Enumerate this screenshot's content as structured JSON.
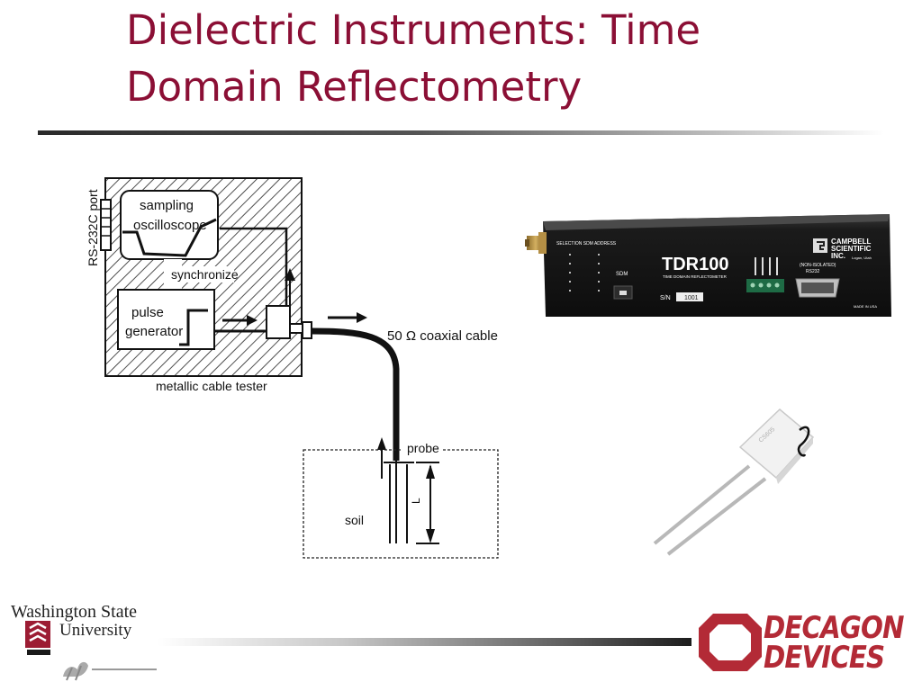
{
  "slide": {
    "title_lines": [
      "Dielectric Instruments: Time",
      "Domain Reflectometry"
    ]
  },
  "diagram": {
    "port_label": "RS-232C port",
    "oscilloscope_label": [
      "sampling",
      "oscilloscope"
    ],
    "synchronize_label": "synchronize",
    "pulse_label": [
      "pulse",
      "generator"
    ],
    "cable_label": "50 Ω coaxial cable",
    "tester_label": "metallic cable tester",
    "probe_label": "probe",
    "soil_label": "soil",
    "length_label": "L"
  },
  "device": {
    "model": "TDR100",
    "model_subtitle": "TIME DOMAIN REFLECTOMETER",
    "brand_lines": [
      "CAMPBELL",
      "SCIENTIFIC",
      "INC."
    ],
    "brand_location": "Logan, Utah",
    "selection_label": "SELECTION  SDM ADDRESS",
    "sdm_label": "SDM",
    "sn_label": "S/N",
    "sn_value": "1001",
    "rs232_label": [
      "(NON-ISOLATED)",
      "RS232"
    ],
    "made_in": "MADE IN USA"
  },
  "probe_photo": {
    "body_text": "CS605"
  },
  "footer": {
    "wsu_line1": "Washington State",
    "wsu_line2": "University",
    "decagon_lines": [
      "DECAGON",
      "DEVICES"
    ]
  },
  "colors": {
    "title": "#8b0f35",
    "decagon_red": "#b32a36",
    "wsu_crimson": "#9c1c33"
  }
}
